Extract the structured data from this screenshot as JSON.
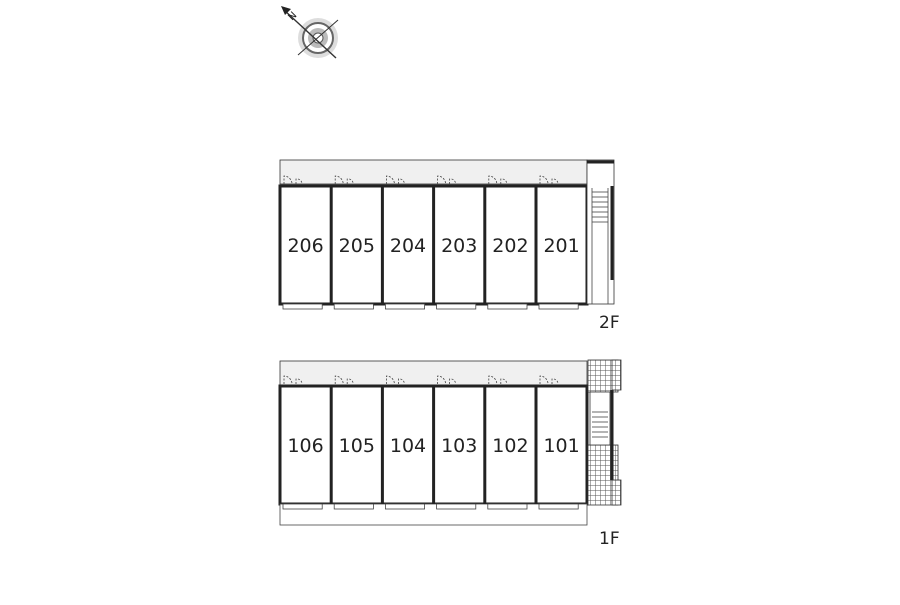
{
  "compass": {
    "icon": "north-arrow-compass-icon",
    "label": "N"
  },
  "floors": [
    {
      "id": "2f",
      "label": "2F",
      "rooms": [
        "206",
        "205",
        "204",
        "203",
        "202",
        "201"
      ]
    },
    {
      "id": "1f",
      "label": "1F",
      "rooms": [
        "106",
        "105",
        "104",
        "103",
        "102",
        "101"
      ]
    }
  ],
  "colors": {
    "line": "#222222",
    "corridor": "#f0f0f0",
    "wall": "#444444"
  }
}
